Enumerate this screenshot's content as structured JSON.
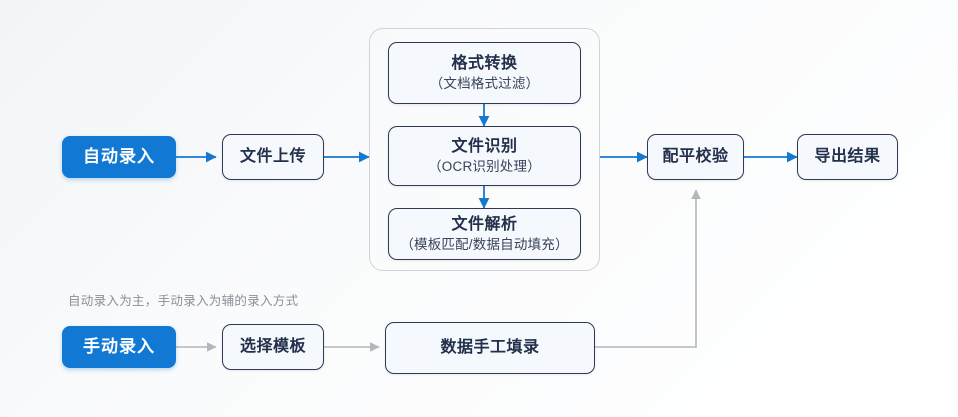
{
  "diagram": {
    "background_color": "#fafbfc",
    "accent_color": "#1179d4",
    "node_border_color": "#2d3a52",
    "node_fill_color": "#f5f8fd",
    "muted_edge_color": "#b3b6bb",
    "group_border_color": "#cfd4da",
    "caption": "自动录入为主，手动录入为辅的录入方式",
    "nodes": {
      "auto_entry": {
        "label": "自动录入"
      },
      "file_upload": {
        "label": "文件上传"
      },
      "format_convert": {
        "label": "格式转换",
        "sub": "（文档格式过滤）"
      },
      "file_recognize": {
        "label": "文件识别",
        "sub": "（OCR识别处理）"
      },
      "file_parse": {
        "label": "文件解析",
        "sub": "（模板匹配/数据自动填充）"
      },
      "balance_check": {
        "label": "配平校验"
      },
      "export_result": {
        "label": "导出结果"
      },
      "manual_entry": {
        "label": "手动录入"
      },
      "select_template": {
        "label": "选择模板"
      },
      "manual_fill": {
        "label": "数据手工填录"
      }
    },
    "edges": [
      {
        "from": "auto_entry",
        "to": "file_upload",
        "color": "#1678ce"
      },
      {
        "from": "file_upload",
        "to": "processing_group",
        "color": "#1678ce"
      },
      {
        "from": "format_convert",
        "to": "file_recognize",
        "color": "#1678ce"
      },
      {
        "from": "file_recognize",
        "to": "file_parse",
        "color": "#1678ce"
      },
      {
        "from": "processing_group",
        "to": "balance_check",
        "color": "#1678ce"
      },
      {
        "from": "balance_check",
        "to": "export_result",
        "color": "#1678ce"
      },
      {
        "from": "manual_entry",
        "to": "select_template",
        "color": "#b3b6bb"
      },
      {
        "from": "select_template",
        "to": "manual_fill",
        "color": "#b3b6bb"
      },
      {
        "from": "manual_fill",
        "to": "balance_check",
        "color": "#b3b6bb"
      }
    ]
  }
}
